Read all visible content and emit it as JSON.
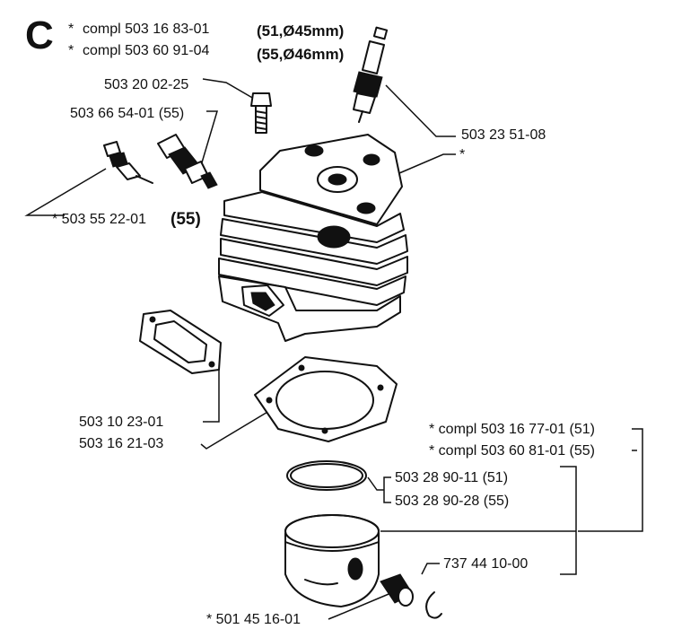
{
  "section_letter": "C",
  "header": {
    "line1": {
      "star": "*",
      "part": "compl 503 16 83-01",
      "size": "(51,Ø45mm)"
    },
    "line2": {
      "star": "*",
      "part": "compl 503 60 91-04",
      "size": "(55,Ø46mm)"
    }
  },
  "labels": {
    "screw": "503 20 02-25",
    "valve": "503 66 54-01 (55)",
    "nipple": "* 503 55 22-01",
    "nipple_model": "(55)",
    "spark_plug": "503 23 51-08",
    "cylinder_star": "*",
    "exhaust_gasket": "503 10 23-01",
    "base_gasket": "503 16 21-03",
    "piston_kit_51": "* compl 503 16 77-01 (51)",
    "piston_kit_55": "* compl 503 60 81-01 (55)",
    "ring_51": "503 28 90-11 (51)",
    "ring_55": "503 28 90-28 (55)",
    "circlip": "737 44 10-00",
    "needle_bearing": "* 501 45 16-01"
  }
}
